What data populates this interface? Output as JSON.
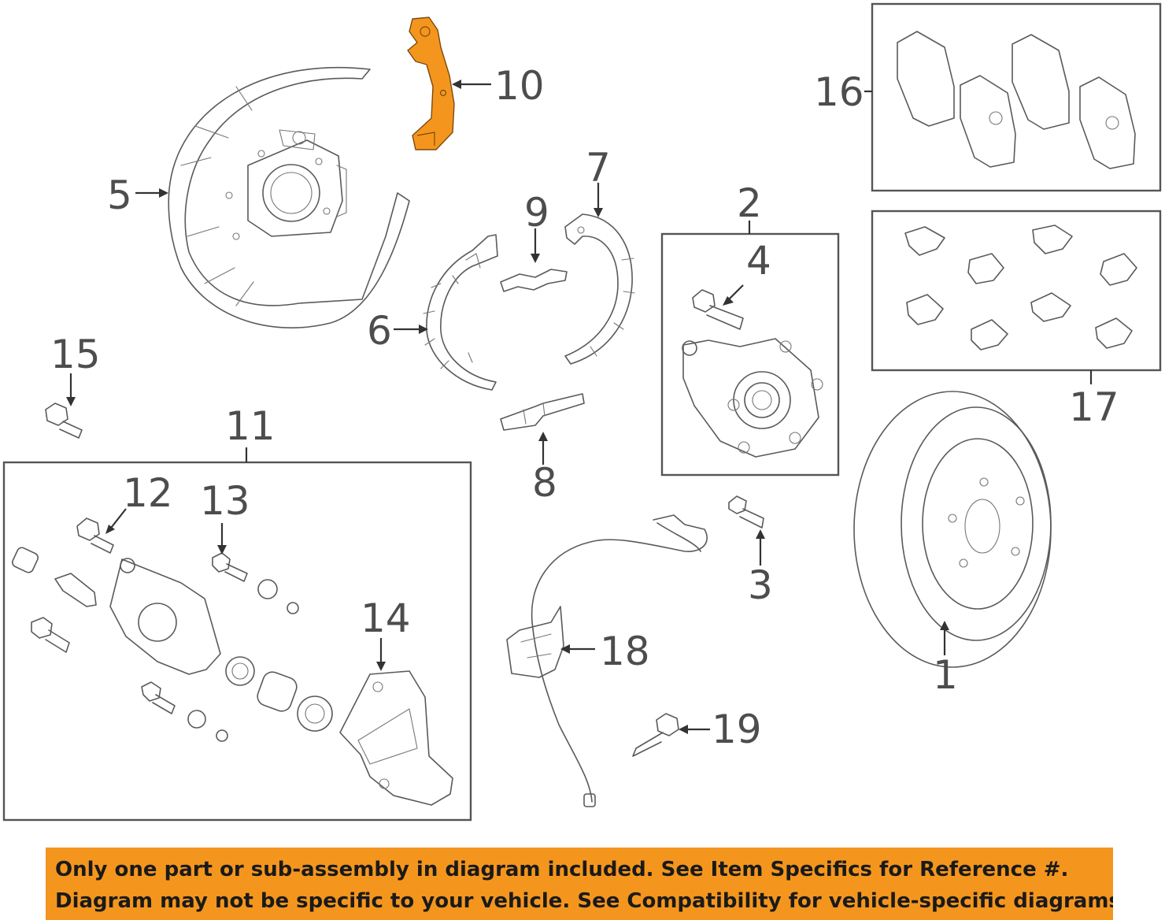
{
  "highlight_color": "#f4961e",
  "callouts": {
    "c1": "1",
    "c2": "2",
    "c3": "3",
    "c4": "4",
    "c5": "5",
    "c6": "6",
    "c7": "7",
    "c8": "8",
    "c9": "9",
    "c10": "10",
    "c11": "11",
    "c12": "12",
    "c13": "13",
    "c14": "14",
    "c15": "15",
    "c16": "16",
    "c17": "17",
    "c18": "18",
    "c19": "19"
  },
  "banner": {
    "line1": "Only one part or sub-assembly in diagram included. See Item Specifics for Reference #.",
    "line2": "Diagram may not be specific to your vehicle. See Compatibility for vehicle-specific diagrams."
  }
}
